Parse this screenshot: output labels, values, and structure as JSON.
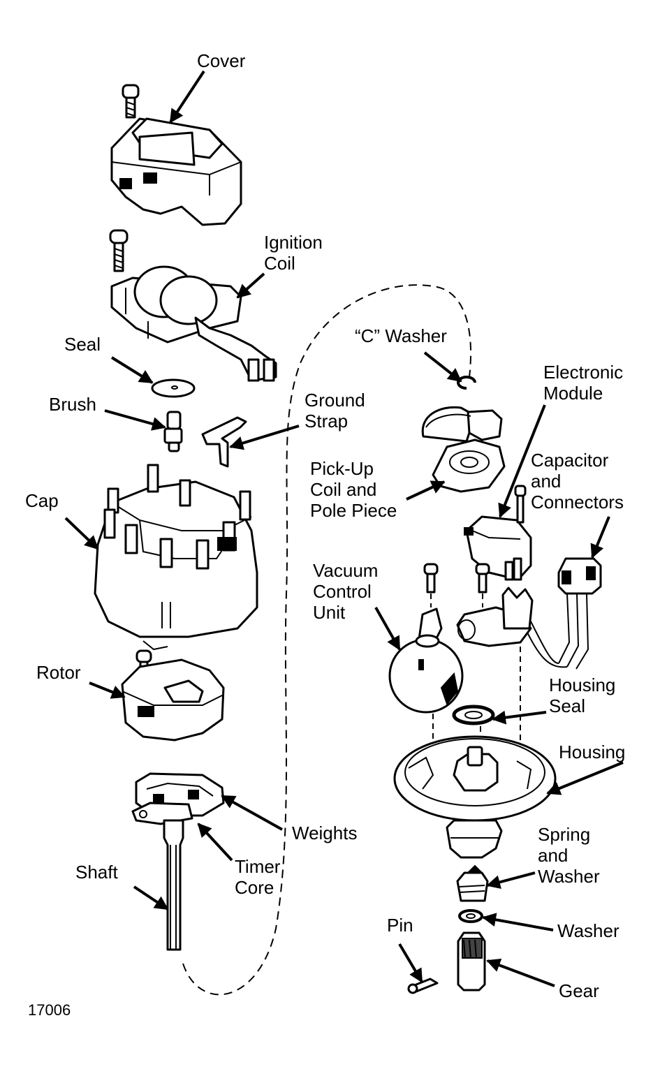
{
  "labels": {
    "cover": [
      "Cover"
    ],
    "ignition_coil": [
      "Ignition",
      "Coil"
    ],
    "seal": [
      "Seal"
    ],
    "brush": [
      "Brush"
    ],
    "ground_strap": [
      "Ground",
      "Strap"
    ],
    "c_washer": [
      "“C” Washer"
    ],
    "electronic_module": [
      "Electronic",
      "Module"
    ],
    "pickup_coil": [
      "Pick-Up",
      "Coil and",
      "Pole Piece"
    ],
    "capacitor": [
      "Capacitor",
      "and",
      "Connectors"
    ],
    "cap": [
      "Cap"
    ],
    "vacuum_control": [
      "Vacuum",
      "Control",
      "Unit"
    ],
    "rotor": [
      "Rotor"
    ],
    "housing_seal": [
      "Housing",
      "Seal"
    ],
    "housing": [
      "Housing"
    ],
    "weights": [
      "Weights"
    ],
    "spring_washer": [
      "Spring",
      "and",
      "Washer"
    ],
    "shaft": [
      "Shaft"
    ],
    "timer_core": [
      "Timer",
      "Core"
    ],
    "pin": [
      "Pin"
    ],
    "washer": [
      "Washer"
    ],
    "gear": [
      "Gear"
    ]
  },
  "figure_number": "17006"
}
